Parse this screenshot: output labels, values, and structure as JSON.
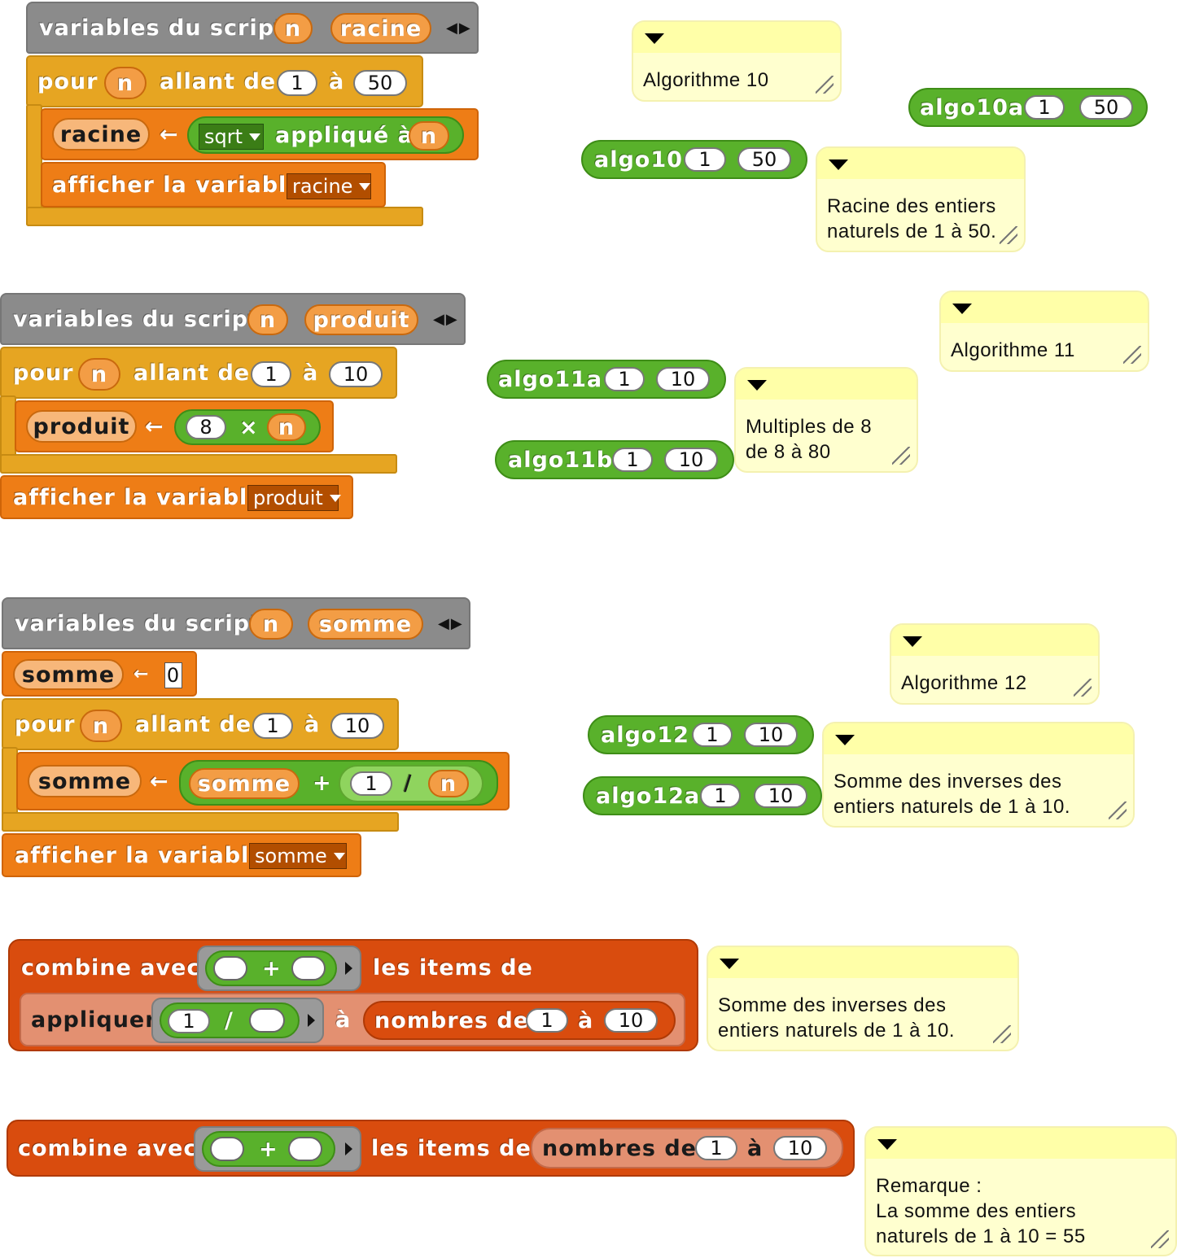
{
  "keywords": {
    "script_vars": "variables du script",
    "for": "pour",
    "ranging_from": "allant de",
    "to": "à",
    "applied_to": "appliqué à",
    "show_variable": "afficher la variable",
    "assign": "←",
    "combine_with": "combine avec",
    "items_of": "les items de",
    "map": "appliquer",
    "numbers_from": "nombres de",
    "plus": "+",
    "times": "×",
    "divide": "/",
    "arrows": "◀▶"
  },
  "script1": {
    "var_n": "n",
    "var_root": "racine",
    "from": "1",
    "to": "50",
    "func": "sqrt",
    "shown_var": "racine"
  },
  "script2": {
    "var_n": "n",
    "var_prod": "produit",
    "from": "1",
    "to": "10",
    "factor": "8",
    "shown_var": "produit"
  },
  "script3": {
    "var_n": "n",
    "var_sum": "somme",
    "init": "0",
    "from": "1",
    "to": "10",
    "numerator": "1",
    "shown_var": "somme"
  },
  "combine1": {
    "numerator": "1",
    "from": "1",
    "to": "10"
  },
  "combine2": {
    "from": "1",
    "to": "10"
  },
  "calls": {
    "algo10a": {
      "name": "algo10a",
      "a": "1",
      "b": "50"
    },
    "algo10": {
      "name": "algo10",
      "a": "1",
      "b": "50"
    },
    "algo11a": {
      "name": "algo11a",
      "a": "1",
      "b": "10"
    },
    "algo11b": {
      "name": "algo11b",
      "a": "1",
      "b": "10"
    },
    "algo12": {
      "name": "algo12",
      "a": "1",
      "b": "10"
    },
    "algo12a": {
      "name": "algo12a",
      "a": "1",
      "b": "10"
    }
  },
  "notes": {
    "alg10": "Algorithme 10",
    "root": "Racine des entiers\nnaturels de 1 à 50.",
    "alg11": "Algorithme 11",
    "mult": "Multiples de 8\nde 8 à 80",
    "alg12": "Algorithme 12",
    "sum1": "Somme des inverses des\nentiers naturels de 1 à 10.",
    "sum2": "Somme des inverses des\nentiers naturels de 1 à 10.",
    "remark": "Remarque :\n La somme des entiers\nnaturels de 1 à 10 = 55"
  },
  "colors": {
    "gray": "#8b8b8b",
    "gold": "#e6a522",
    "orange": "#ee7d16",
    "green": "#59b12b",
    "red": "#d94c0e",
    "note": "#ffffcf"
  }
}
